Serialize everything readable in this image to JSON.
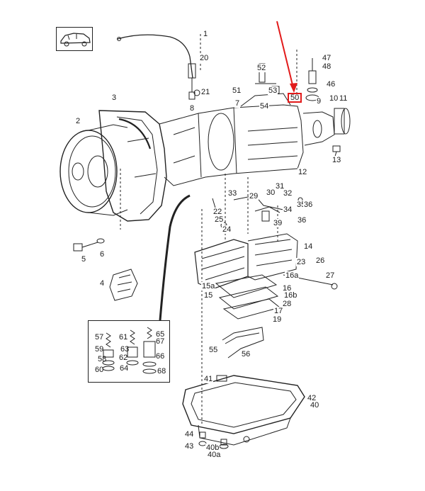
{
  "diagram": {
    "highlight_color": "#e21b1b",
    "line_color": "#222222",
    "labels": {
      "l1": "1",
      "l2": "2",
      "l3": "3",
      "l4": "4",
      "l5": "5",
      "l6": "6",
      "l7": "7",
      "l8": "8",
      "l9": "9",
      "l10": "10",
      "l11": "11",
      "l12": "12",
      "l13": "13",
      "l14": "14",
      "l15": "15",
      "l15a": "15a",
      "l16": "16",
      "l16a": "16a",
      "l16b": "16b",
      "l17": "17",
      "l19": "19",
      "l20": "20",
      "l21": "21",
      "l22": "22",
      "l23": "23",
      "l24": "24",
      "l25": "25",
      "l26": "26",
      "l27": "27",
      "l28": "28",
      "l29": "29",
      "l30": "30",
      "l31": "31",
      "l32": "32",
      "l33": "33",
      "l34": "34",
      "l35": "35",
      "l36a": "36",
      "l36b": "36",
      "l39": "39",
      "l40": "40",
      "l40a": "40a",
      "l40b": "40b",
      "l41": "41",
      "l42": "42",
      "l43": "43",
      "l44": "44",
      "l46": "46",
      "l47": "47",
      "l48": "48",
      "l50": "50",
      "l51": "51",
      "l52": "52",
      "l53": "53",
      "l54": "54",
      "l55": "55",
      "l56": "56",
      "l57": "57",
      "l58": "58",
      "l59": "59",
      "l60": "60",
      "l61": "61",
      "l62": "62",
      "l63": "63",
      "l64": "64",
      "l65": "65",
      "l66": "66",
      "l67": "67",
      "l68": "68"
    }
  }
}
